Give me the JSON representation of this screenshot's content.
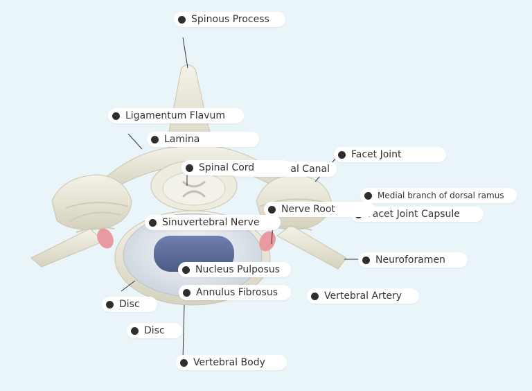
{
  "labels": {
    "spinous_process": "Spinous Process",
    "ligamentum_flavum": "Ligamentum Flavum",
    "lamina": "Lamina",
    "spinal_canal": "Spinal Canal",
    "spinal_cord": "Spinal Cord",
    "facet_joint": "Facet Joint",
    "medial_branch": "Medial branch of dorsal ramus",
    "nerve_root": "Nerve Root",
    "facet_joint_capsule": "Facet Joint Capsule",
    "sinuvertebral_nerve": "Sinuvertebral Nerve",
    "neuroforamen": "Neuroforamen",
    "nucleus_pulposus": "Nucleus Pulposus",
    "annulus_fibrosus": "Annulus Fibrosus",
    "vertebral_artery": "Vertebral Artery",
    "disc_left": "Disc",
    "disc_lower": "Disc",
    "vertebral_body": "Vertebral Body"
  },
  "colors": {
    "background": "#eaf5f9",
    "bone": "#e8e5d6",
    "nerve_pink": "#e89aa0",
    "nucleus": "#5a6a9a",
    "dot": "#2e2e2e"
  }
}
